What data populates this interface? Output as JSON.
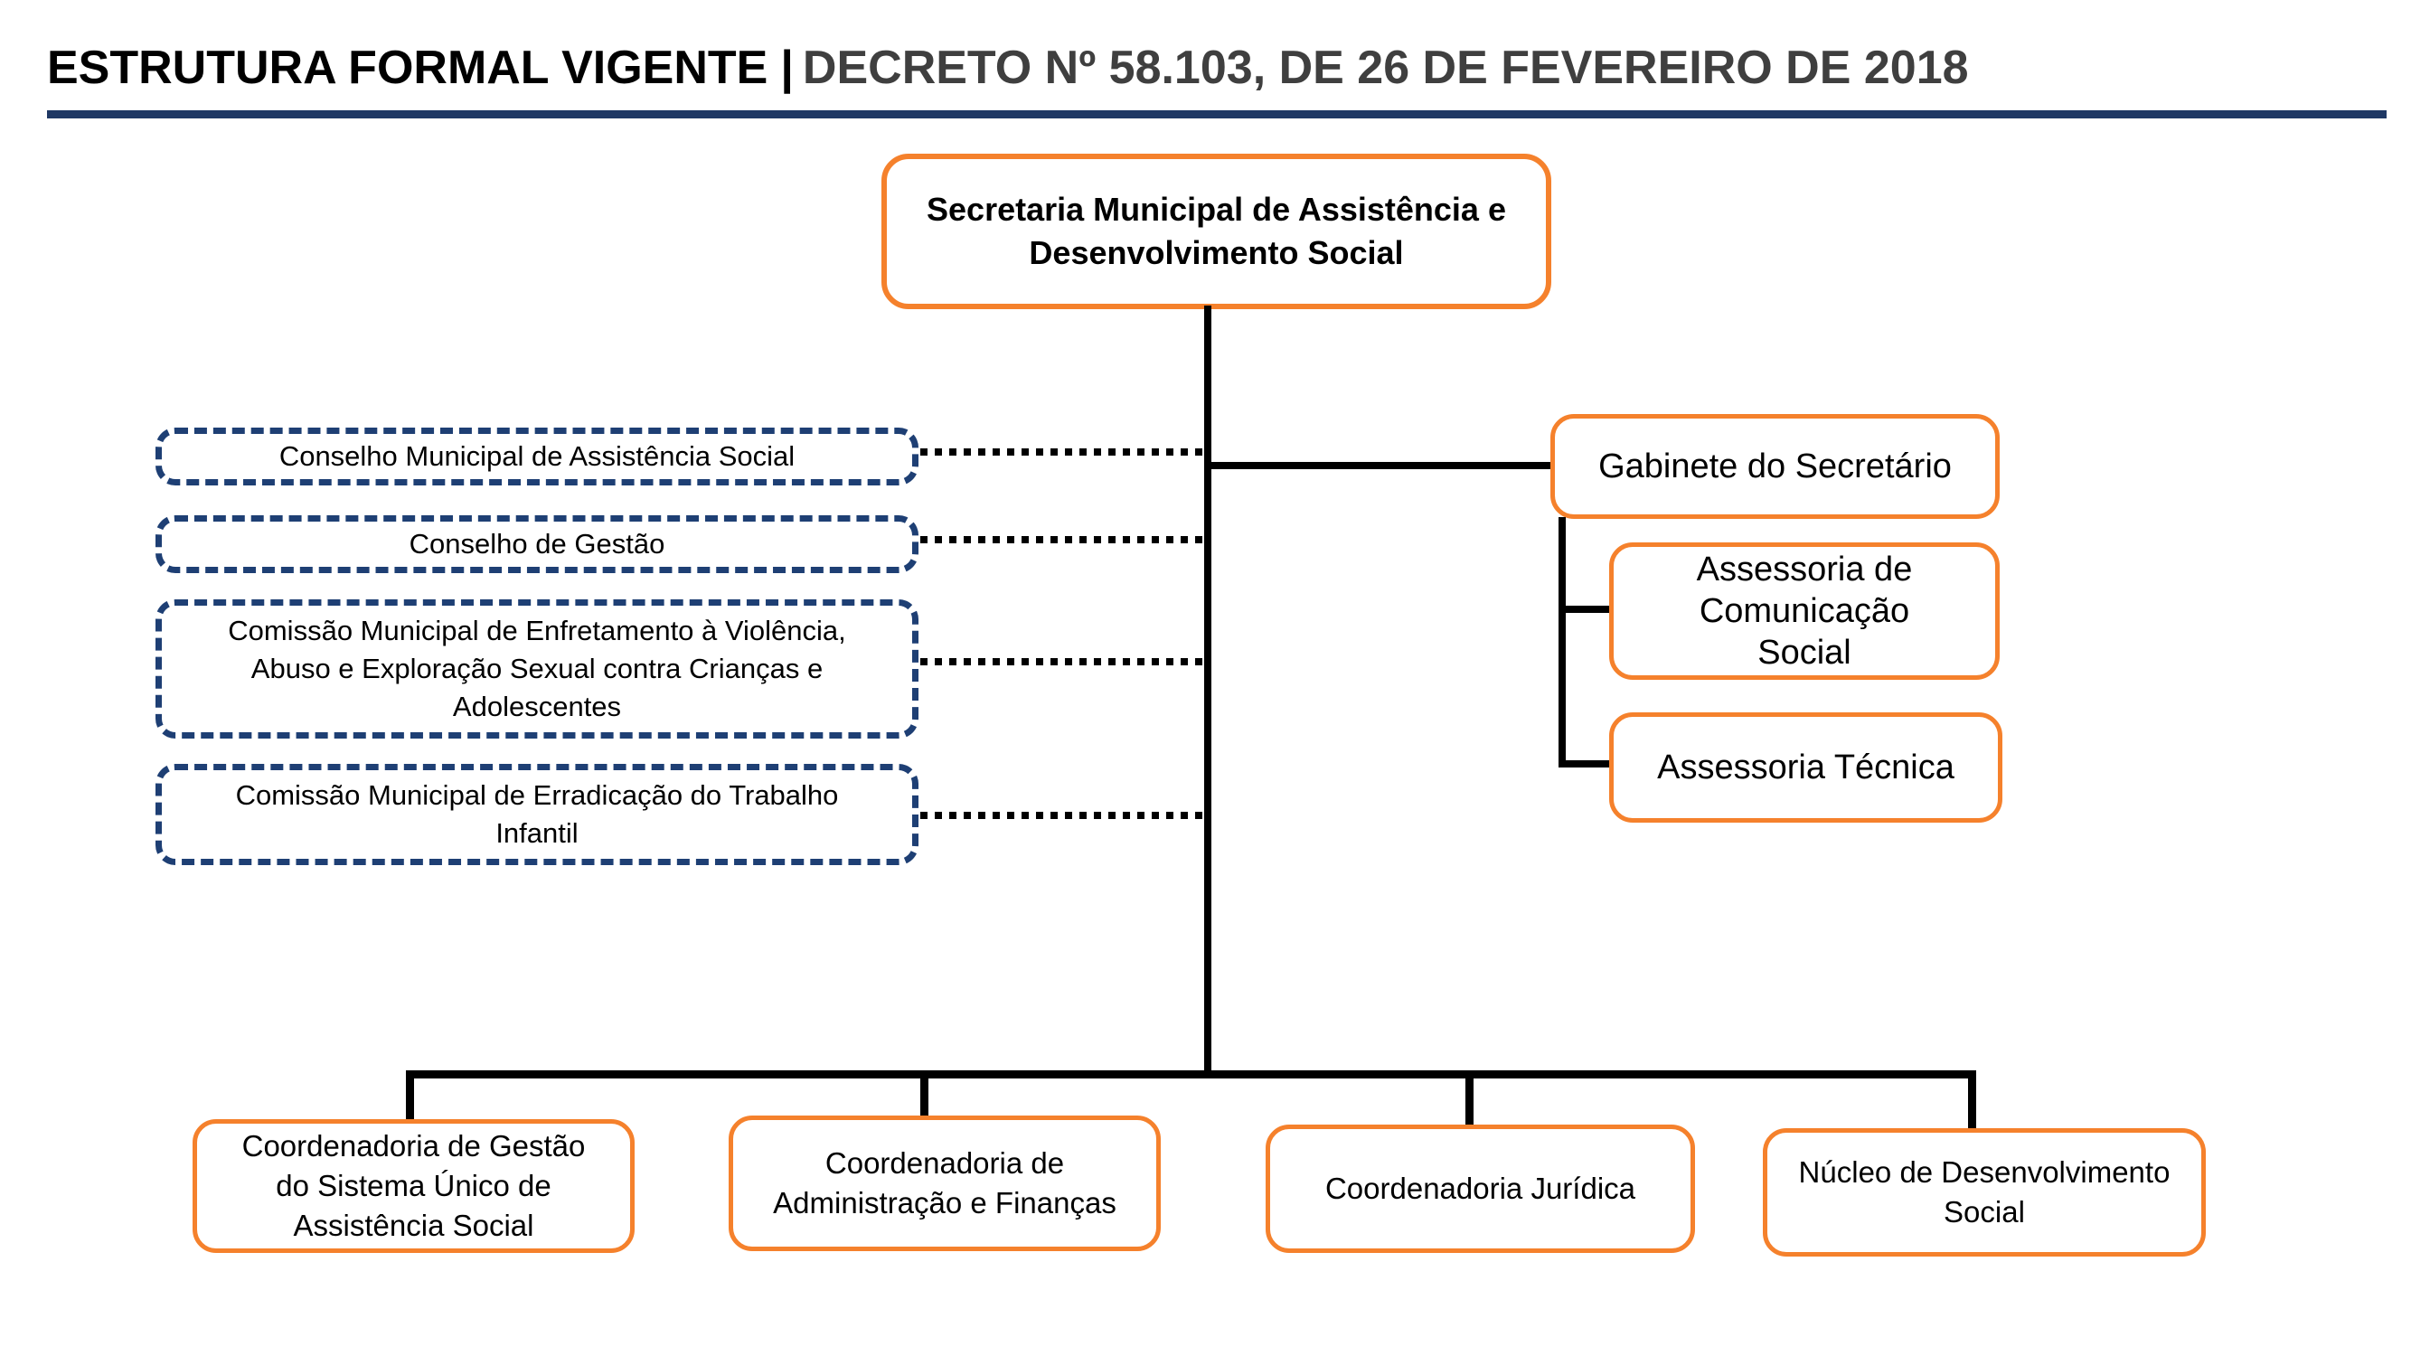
{
  "header": {
    "title_primary": "ESTRUTURA FORMAL VIGENTE",
    "title_separator": "|",
    "title_secondary": "DECRETO Nº 58.103, DE 26 DE FEVEREIRO DE 2018"
  },
  "colors": {
    "orange": "#F5812C",
    "navy_dash": "#1E3F74",
    "navy_rule": "#1F3864",
    "text_gray": "#3F3F3F",
    "line_black": "#000000"
  },
  "org": {
    "root": {
      "label": "Secretaria Municipal  de Assistência e\nDesenvolvimento Social"
    },
    "advisory": [
      {
        "label": "Conselho Municipal de Assistência Social"
      },
      {
        "label": "Conselho de Gestão"
      },
      {
        "label": "Comissão Municipal de Enfretamento à Violência,\nAbuso e Exploração Sexual contra Crianças e\nAdolescentes"
      },
      {
        "label": "Comissão Municipal de Erradicação do Trabalho\nInfantil"
      }
    ],
    "gabinete": {
      "label": "Gabinete do Secretário",
      "children": [
        {
          "label": "Assessoria de\nComunicação\nSocial"
        },
        {
          "label": "Assessoria Técnica"
        }
      ]
    },
    "bottom": [
      {
        "label": "Coordenadoria de Gestão\ndo Sistema Único de\nAssistência Social"
      },
      {
        "label": "Coordenadoria de\nAdministração e Finanças"
      },
      {
        "label": "Coordenadoria Jurídica"
      },
      {
        "label": "Núcleo de Desenvolvimento\nSocial"
      }
    ]
  }
}
